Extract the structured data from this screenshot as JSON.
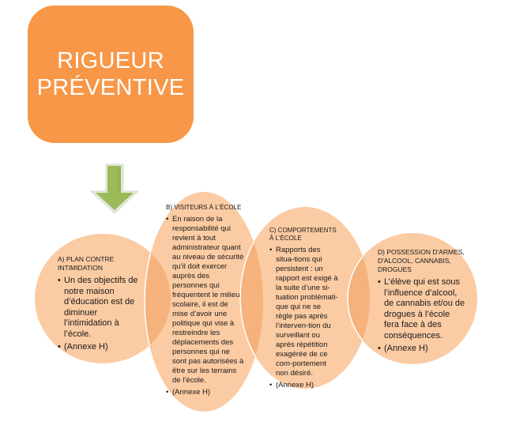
{
  "title": {
    "line1": "RIGUEUR",
    "line2": "PRÉVENTIVE",
    "color": "#F79747"
  },
  "arrow": {
    "icon": "down-arrow-icon",
    "color": "#9BBB59"
  },
  "colors": {
    "ellipse_fill": "#FBCBA3",
    "overlap_fill": "#F6B27C"
  },
  "sections": [
    {
      "heading": "a) PLAN CONTRE INTIMIDATION",
      "bullets": [
        "Un des objectifs de notre maison d’éducation est de diminuer l’intimidation à l’école.",
        "(Annexe H)"
      ]
    },
    {
      "heading": "b) VISITEURS À L'ÉCOLE",
      "bullets": [
        "En raison de la responsabilité qui revient à tout administrateur quant au niveau de sécurité qu’il doit exercer auprès des personnes qui fréquentent le milieu scolaire, il est de mise d’avoir une politique qui vise à restreindre les déplacements des personnes qui ne sont pas autorisées à être sur les terrains de l’école.",
        "(Annexe H)"
      ]
    },
    {
      "heading": "c) COMPORTEMENTS À L'ÉCOLE",
      "bullets": [
        "Rapports des situa-tions qui persistent : un rapport est exigé à la suite d’une si-tuation problémati-que qui  ne se règle pas après l’interven-tion du surveillant ou après répétition exagérée de ce com-portement non désiré.",
        "(Annexe H)"
      ]
    },
    {
      "heading": "d) POSSESSION D'ARMES, D'ALCOOL, CANNABIS, DROGUES",
      "bullets": [
        "L’élève qui est sous l’influence d’alcool, de cannabis et/ou de drogues à l’école fera face à des conséquences.",
        "(Annexe H)"
      ]
    }
  ]
}
